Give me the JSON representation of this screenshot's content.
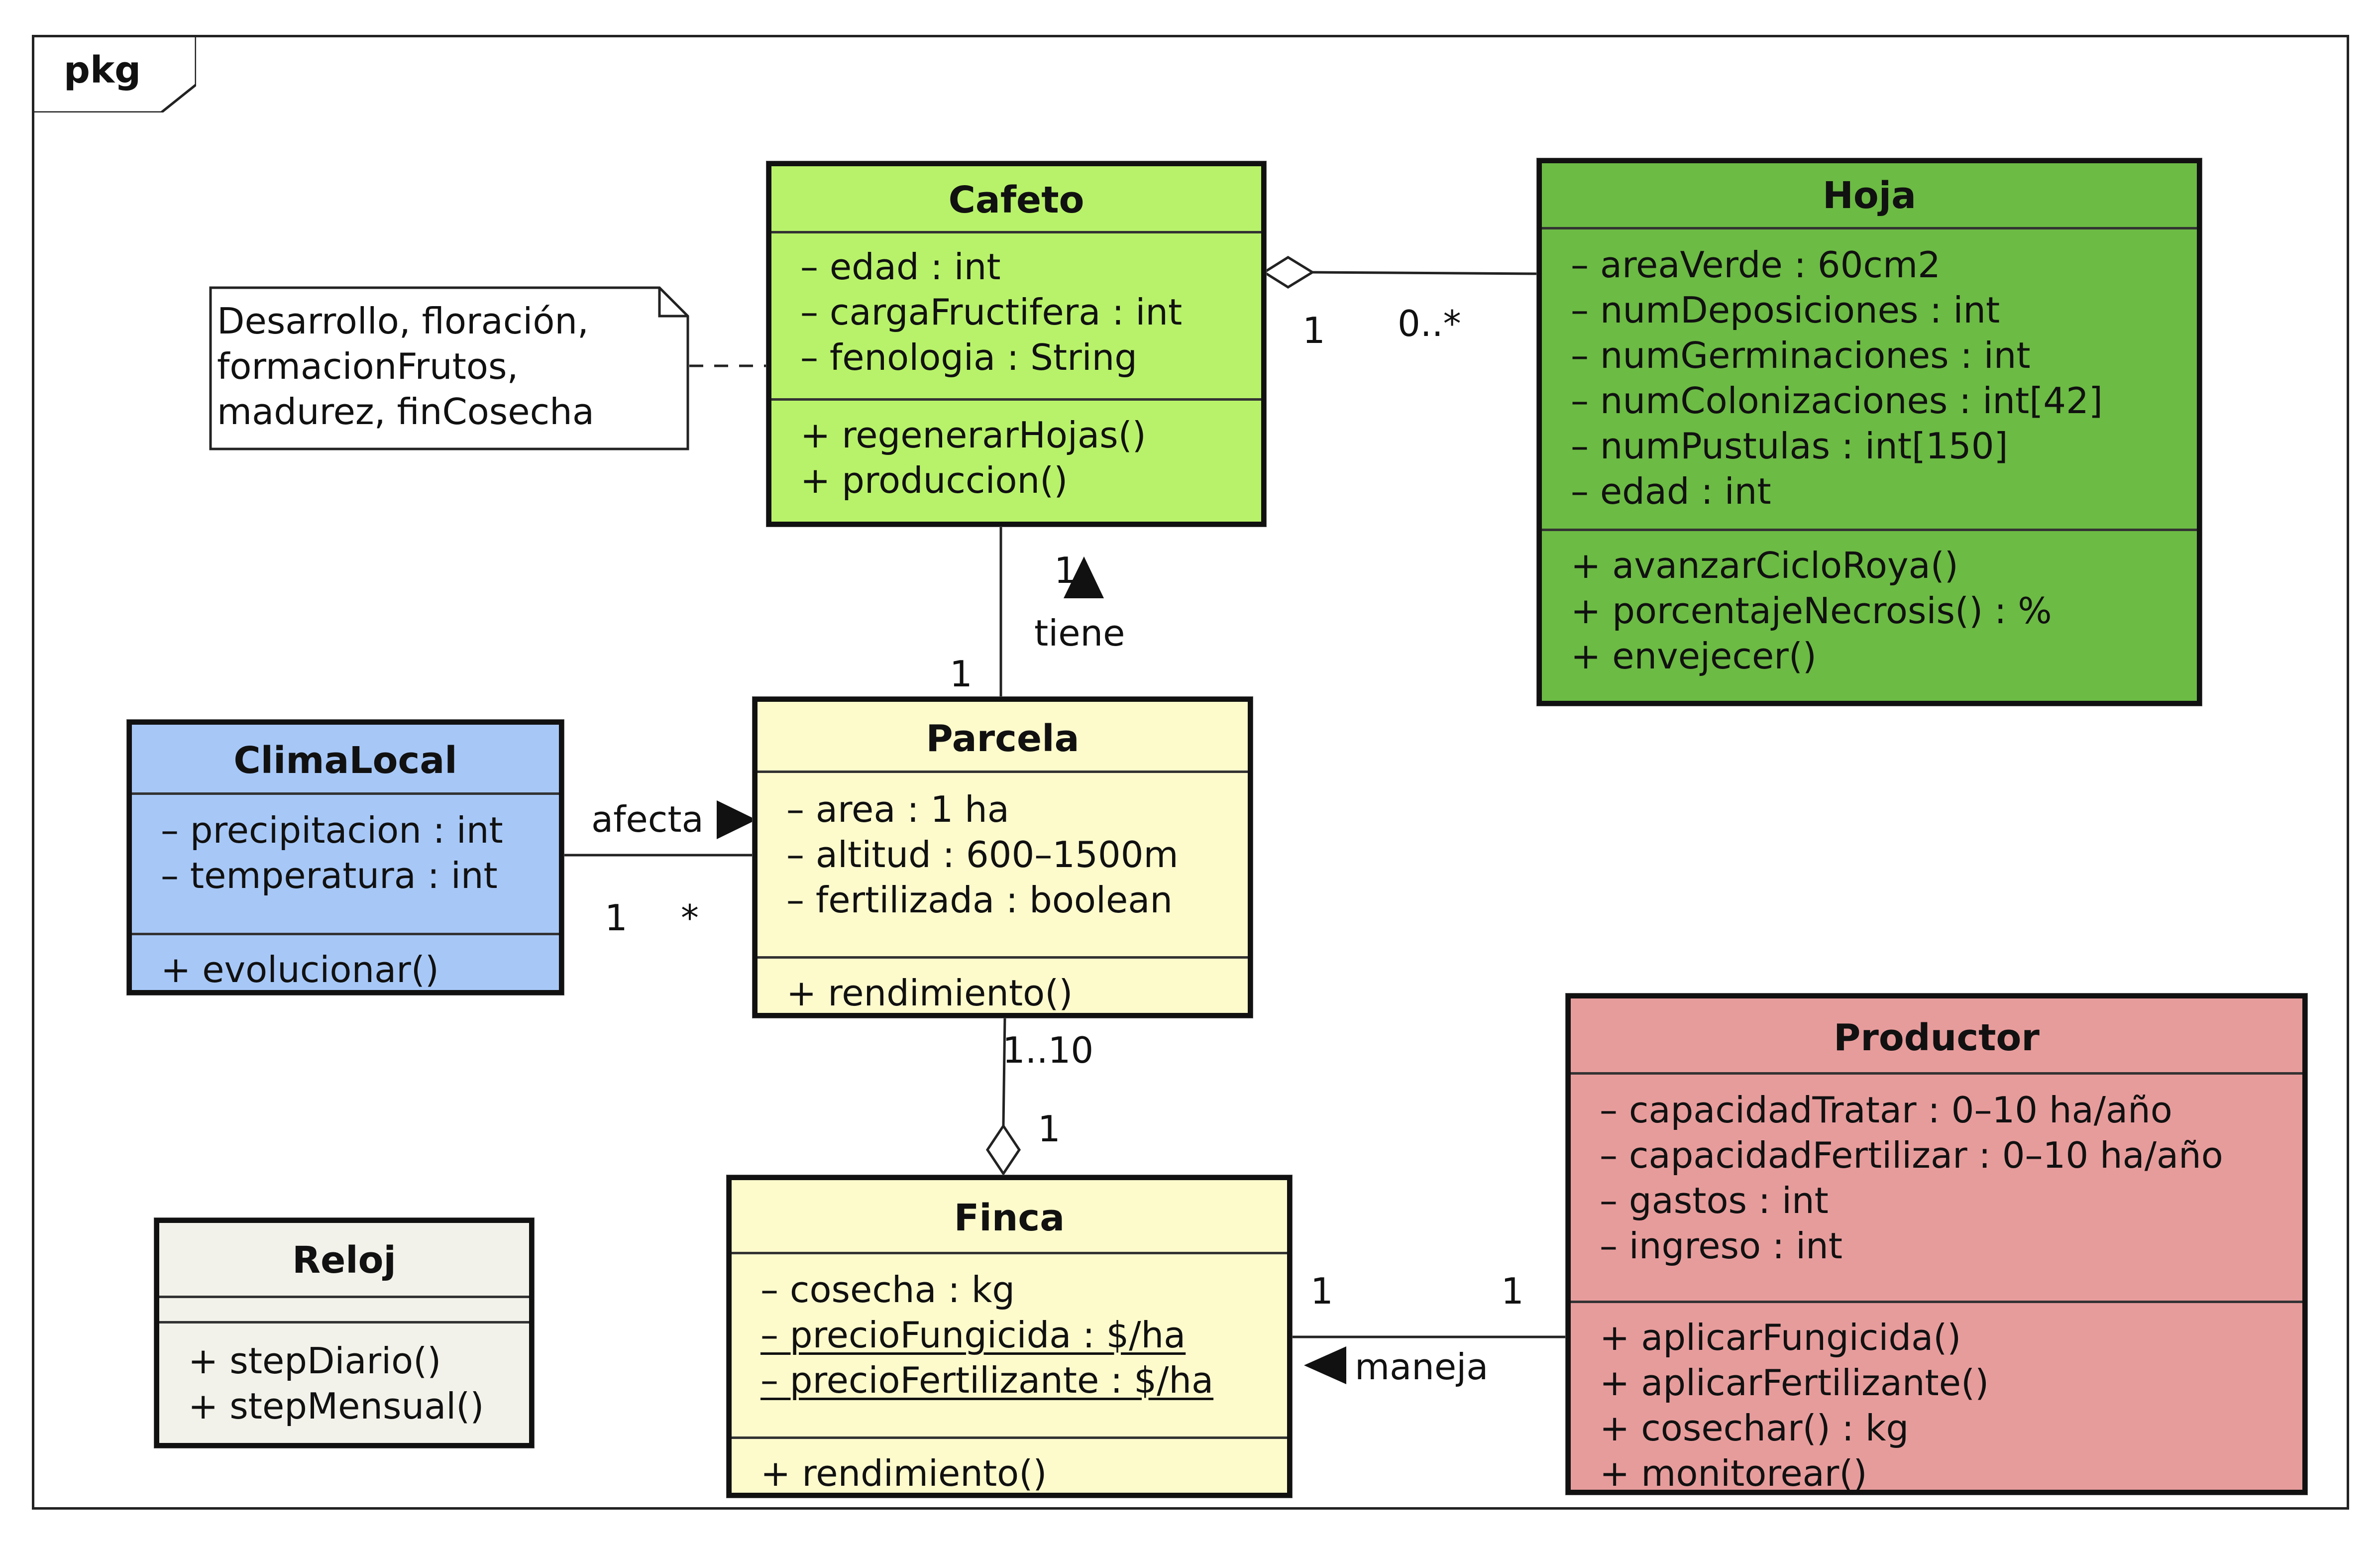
{
  "package": "pkg",
  "note": {
    "lines": [
      "Desarrollo, floración,",
      "formacionFrutos,",
      "madurez, finCosecha"
    ]
  },
  "classes": {
    "cafeto": {
      "name": "Cafeto",
      "color": "#b8f26a",
      "attributes": [
        "– edad : int",
        "– cargaFructifera : int",
        "– fenologia : String"
      ],
      "operations": [
        "+ regenerarHojas()",
        "+ produccion()"
      ]
    },
    "hoja": {
      "name": "Hoja",
      "color": "#6cbb44",
      "attributes": [
        "– areaVerde : 60cm2",
        "– numDeposiciones : int",
        "– numGerminaciones : int",
        "– numColonizaciones : int[42]",
        "– numPustulas : int[150]",
        "– edad : int"
      ],
      "operations": [
        "+ avanzarCicloRoya()",
        "+ porcentajeNecrosis() : %",
        "+ envejecer()"
      ]
    },
    "parcela": {
      "name": "Parcela",
      "color": "#fdfbcc",
      "attributes": [
        "– area : 1 ha",
        "– altitud : 600–1500m",
        "– fertilizada : boolean"
      ],
      "operations": [
        "+ rendimiento()"
      ]
    },
    "climaLocal": {
      "name": "ClimaLocal",
      "color": "#a7c8f7",
      "attributes": [
        "– precipitacion : int",
        "– temperatura : int"
      ],
      "operations": [
        "+ evolucionar()"
      ]
    },
    "productor": {
      "name": "Productor",
      "color": "#e79c9c",
      "attributes": [
        "– capacidadTratar : 0–10 ha/año",
        "– capacidadFertilizar : 0–10 ha/año",
        "– gastos : int",
        "– ingreso : int"
      ],
      "operations": [
        "+ aplicarFungicida()",
        "+ aplicarFertilizante()",
        "+ cosechar() : kg",
        "+ monitorear()"
      ]
    },
    "finca": {
      "name": "Finca",
      "color": "#fdfbcc",
      "attributes": [
        "– cosecha : kg",
        "– precioFungicida : $/ha",
        "– precioFertilizante : $/ha"
      ],
      "operations": [
        "+ rendimiento()"
      ]
    },
    "reloj": {
      "name": "Reloj",
      "color": "#f2f2ea",
      "attributes": [],
      "operations": [
        "+ stepDiario()",
        "+ stepMensual()"
      ]
    }
  },
  "associations": {
    "cafetoHoja": {
      "mult_cafeto": "1",
      "mult_hoja": "0..*"
    },
    "cafetoParcela": {
      "mult_cafeto": "1",
      "mult_parcela": "1",
      "name": "tiene"
    },
    "climaParcela": {
      "mult_clima": "1",
      "mult_parcela": "*",
      "name": "afecta"
    },
    "parcelaFinca": {
      "mult_parcela": "1..10",
      "mult_finca": "1"
    },
    "fincaProductor": {
      "mult_finca": "1",
      "mult_productor": "1",
      "name": "maneja"
    }
  }
}
